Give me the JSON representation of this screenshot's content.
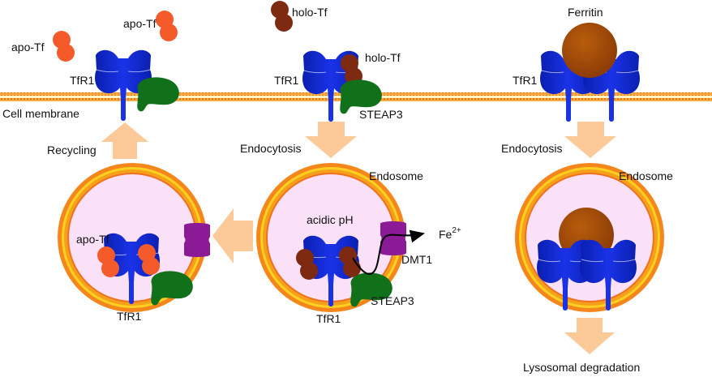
{
  "title": "Transferrin receptor 1 (TfR1) mediated iron uptake and ferritin internalization",
  "colors": {
    "tfr1_dark": "#0a1fb0",
    "tfr1_light": "#1a33e8",
    "apo_tf": "#f45a2a",
    "holo_tf": "#7e2a10",
    "steap3": "#11701a",
    "dmt1": "#8a1a96",
    "ferritin": "#a24c08",
    "membrane": "#f08a1c",
    "endosome_lumen": "#fbe1f8",
    "arrow": "#fcc998"
  },
  "labels": {
    "apo_tf_left": "apo-Tf",
    "apo_tf_top": "apo-Tf",
    "tfr1_left": "TfR1",
    "cell_membrane": "Cell membrane",
    "holo_tf_top": "holo-Tf",
    "holo_tf_bound": "holo-Tf",
    "tfr1_middle": "TfR1",
    "steap3_middle": "STEAP3",
    "ferritin": "Ferritin",
    "tfr1_right": "TfR1",
    "recycling": "Recycling",
    "endocytosis_middle": "Endocytosis",
    "endocytosis_right": "Endocytosis",
    "endosome_middle": "Endosome",
    "endosome_right": "Endosome",
    "acidic_ph": "acidic pH",
    "fe": "Fe",
    "fe_charge": "2+",
    "dmt1": "DMT1",
    "steap3_endosome": "STEAP3",
    "tfr1_endosome_middle": "TfR1",
    "apo_tf_endosome": "apo-Tf",
    "tfr1_endosome_left": "TfR1",
    "lysosomal_degradation": "Lysosomal degradation"
  }
}
